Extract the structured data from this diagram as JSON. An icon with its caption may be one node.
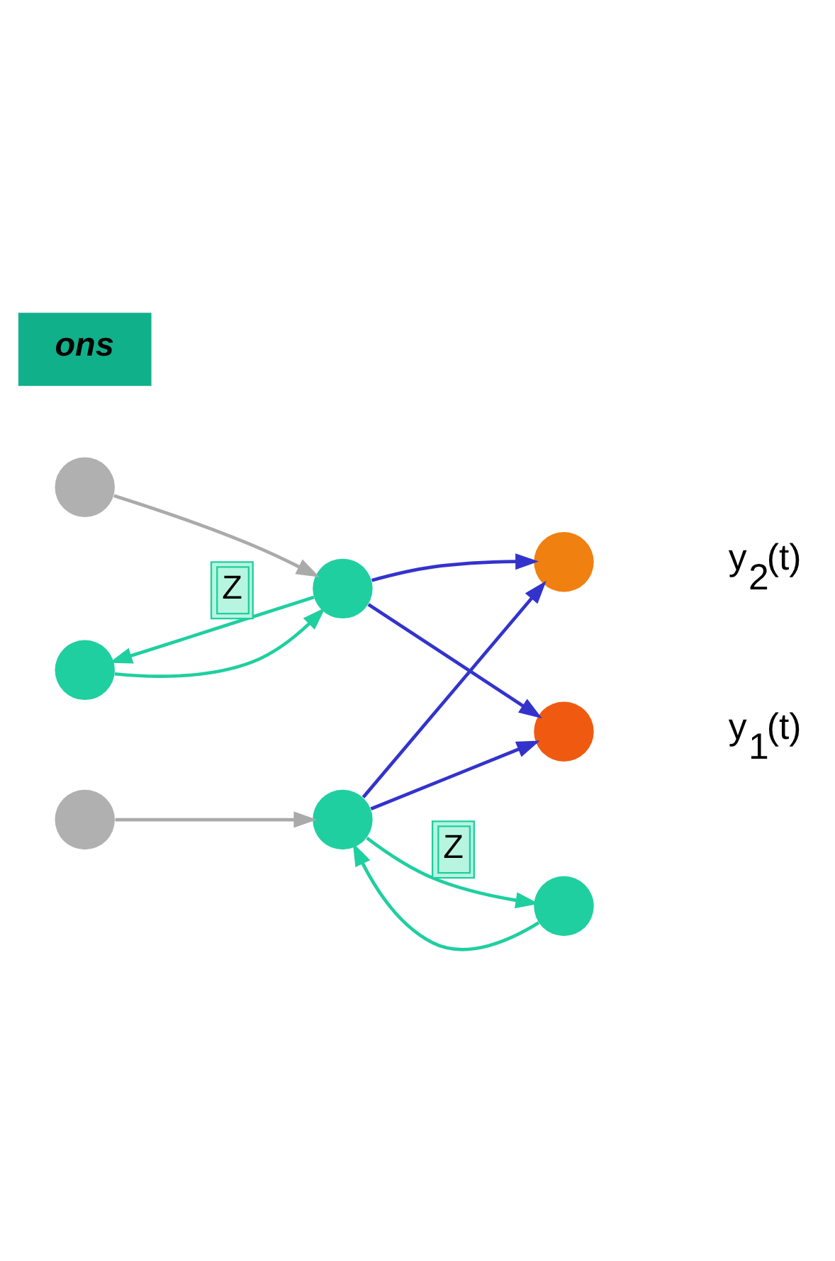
{
  "diagram": {
    "nodes": [
      {
        "text": [],
        "shape": "circle"
      },
      {
        "text": [],
        "shape": "circle"
      },
      {
        "text": [],
        "shape": "circle",
        "beside": [
          "y$_{1}$(t)"
        ]
      },
      {
        "text": [],
        "shape": "circle"
      },
      {
        "text": [],
        "shape": "circle"
      },
      {
        "text": [],
        "shape": "circle"
      },
      {
        "text": [],
        "shape": "circle"
      },
      {
        "text": [],
        "shape": "circle",
        "beside": [
          "y$_{2}$(t)"
        ]
      },
      {
        "text": [
          "ons"
        ]
      }
    ],
    "edges": [
      {
        "from": 0,
        "to": 1,
        "arrow": "to",
        "color": "#1fcfa0"
      },
      {
        "from": 1,
        "to": 0,
        "arrow": "to",
        "label": "Z",
        "color": "#1fcfa0"
      },
      {
        "from": 1,
        "to": 2,
        "arrow": "to",
        "color": "#3333cc"
      },
      {
        "from": 3,
        "to": 1,
        "arrow": "to",
        "color": "#aaaaaa"
      },
      {
        "from": 1,
        "to": 7,
        "arrow": "to",
        "color": "#3333cc"
      },
      {
        "from": 4,
        "to": 6,
        "arrow": "to",
        "color": "#aaaaaa"
      },
      {
        "from": 5,
        "to": 6,
        "arrow": "to",
        "color": "#1fcfa0"
      },
      {
        "from": 6,
        "to": 5,
        "arrow": "to",
        "label": "Z",
        "color": "#1fcfa0"
      },
      {
        "from": 6,
        "to": 2,
        "arrow": "to",
        "color": "#3333cc"
      },
      {
        "from": 6,
        "to": 7,
        "arrow": "to",
        "color": "#3333cc"
      }
    ]
  }
}
